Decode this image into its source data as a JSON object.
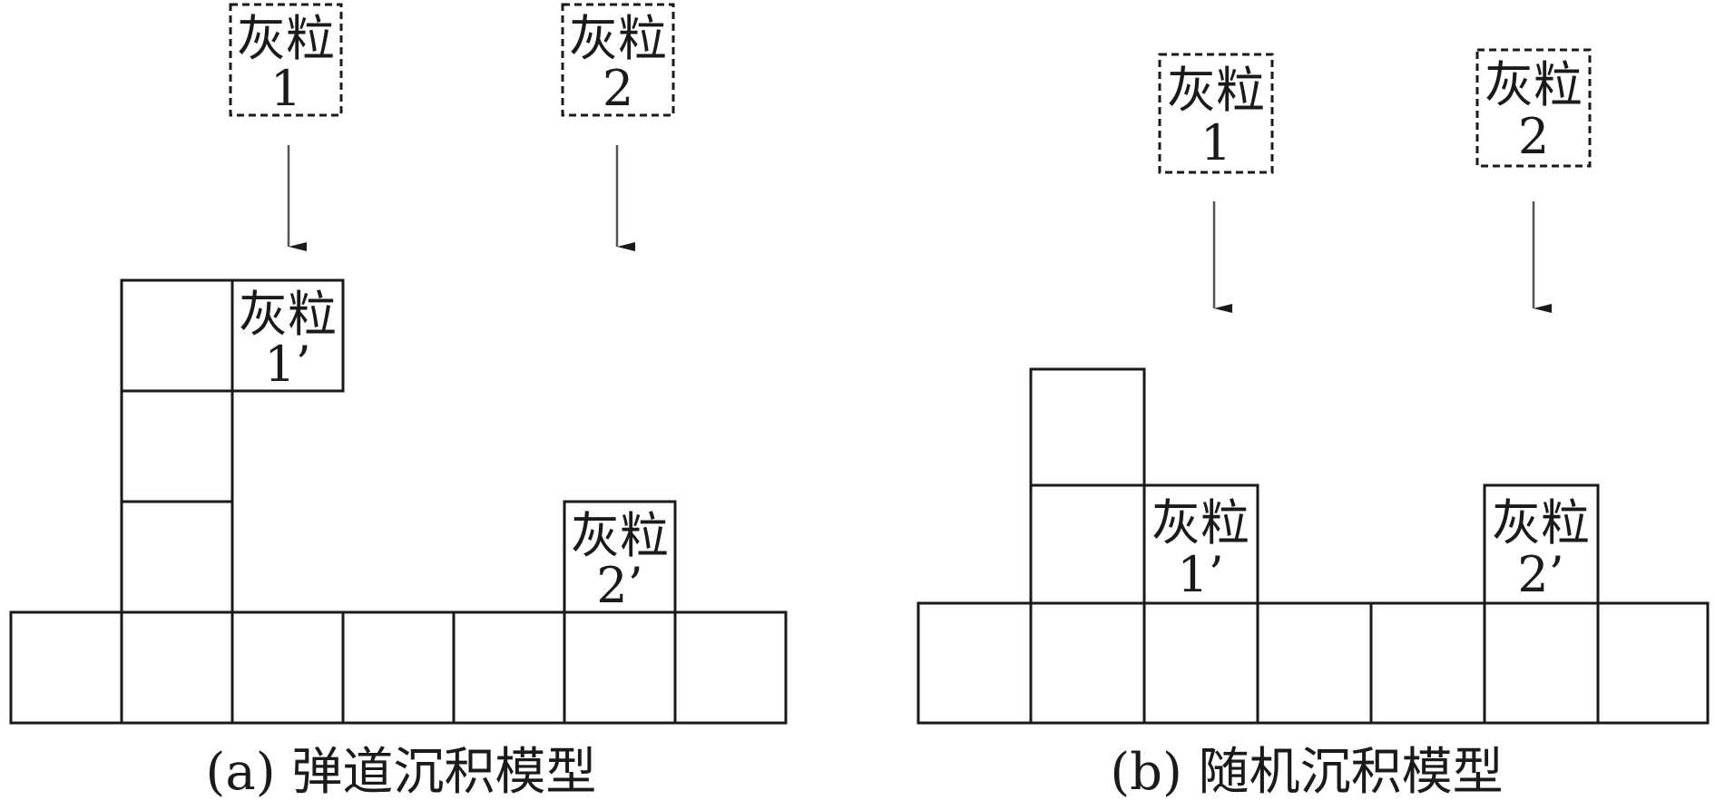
{
  "panel_a": {
    "caption": "(a) 弹道沉积模型",
    "falling": [
      {
        "label_top": "灰粒",
        "label_bottom": "1"
      },
      {
        "label_top": "灰粒",
        "label_bottom": "2"
      }
    ],
    "deposited": [
      {
        "label_top": "灰粒",
        "label_bottom": "1’"
      },
      {
        "label_top": "灰粒",
        "label_bottom": "2’"
      }
    ]
  },
  "panel_b": {
    "caption": "(b) 随机沉积模型",
    "falling": [
      {
        "label_top": "灰粒",
        "label_bottom": "1"
      },
      {
        "label_top": "灰粒",
        "label_bottom": "2"
      }
    ],
    "deposited": [
      {
        "label_top": "灰粒",
        "label_bottom": "1’"
      },
      {
        "label_top": "灰粒",
        "label_bottom": "2’"
      }
    ]
  }
}
